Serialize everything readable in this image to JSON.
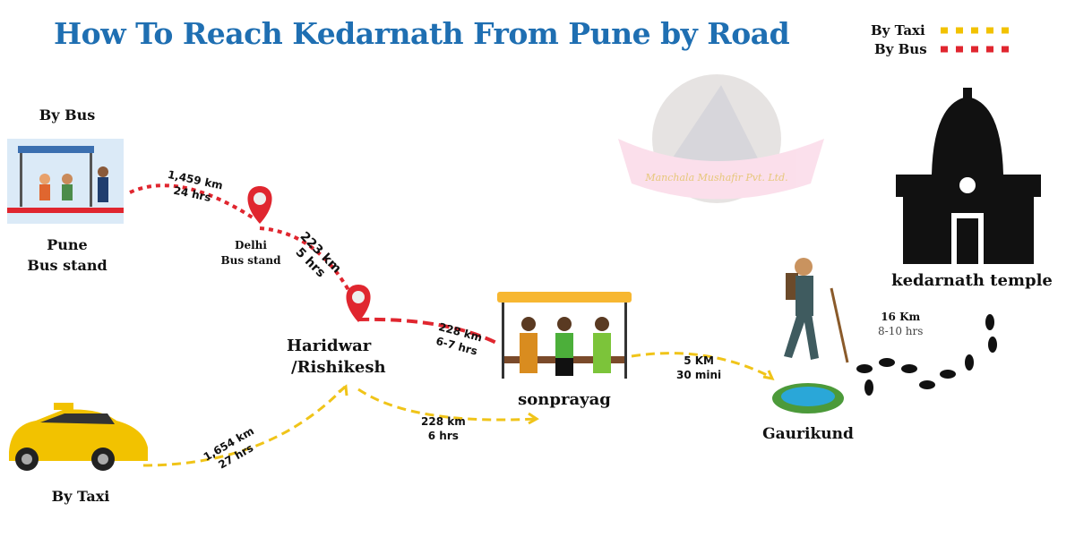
{
  "title": "How To Reach Kedarnath From Pune by Road",
  "legend": [
    {
      "label": "By Taxi",
      "color": "#f2c200"
    },
    {
      "label": "By Bus",
      "color": "#e0262f"
    }
  ],
  "watermark": "Manchala Mushafir Pvt. Ltd.",
  "nodes": {
    "by_bus": "By Bus",
    "pune": "Pune",
    "pune_sub": "Bus stand",
    "delhi": "Delhi",
    "delhi_sub": "Bus stand",
    "haridwar": "Haridwar",
    "haridwar_sub": "/Rishikesh",
    "sonprayag": "sonprayag",
    "gaurikund": "Gaurikund",
    "kedarnath": "kedarnath temple",
    "by_taxi": "By Taxi"
  },
  "segments": {
    "pune_delhi": {
      "km": "1,459 km",
      "time": "24 hrs",
      "mode": "bus"
    },
    "delhi_haridwar": {
      "km": "223 km",
      "time": "5 hrs",
      "mode": "bus"
    },
    "haridwar_sonprayag_bus": {
      "km": "228 km",
      "time": "6-7 hrs",
      "mode": "bus"
    },
    "pune_haridwar_taxi": {
      "km": "1,654 km",
      "time": "27 hrs",
      "mode": "taxi"
    },
    "haridwar_sonprayag_taxi": {
      "km": "228 km",
      "time": "6 hrs",
      "mode": "taxi"
    },
    "sonprayag_gaurikund": {
      "km": "5 KM",
      "time": "30 mini",
      "mode": "taxi"
    },
    "gaurikund_kedarnath": {
      "km": "16 Km",
      "time": "8-10 hrs",
      "mode": "trek"
    }
  }
}
